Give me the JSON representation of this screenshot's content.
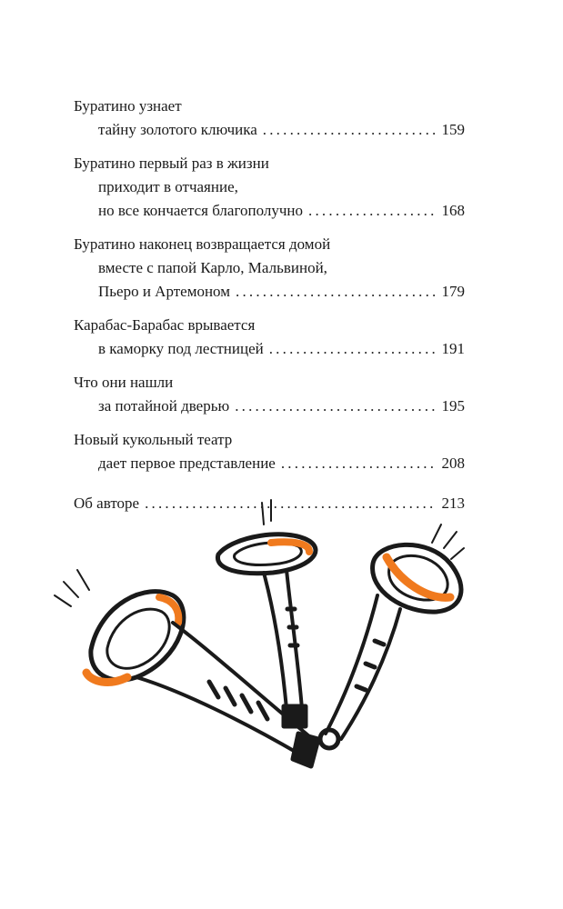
{
  "toc": {
    "entries": [
      {
        "lines": [
          "Буратино узнает"
        ],
        "last": "тайну золотого ключика",
        "page": "159"
      },
      {
        "lines": [
          "Буратино первый раз в жизни",
          "приходит в отчаяние,"
        ],
        "last": "но все кончается благополучно",
        "page": "168"
      },
      {
        "lines": [
          "Буратино наконец возвращается домой",
          "вместе с папой Карло, Мальвиной,"
        ],
        "last": "Пьеро и Артемоном",
        "page": "179"
      },
      {
        "lines": [
          "Карабас-Барабас врывается"
        ],
        "last": "в каморку под лестницей",
        "page": "191"
      },
      {
        "lines": [
          "Что они нашли"
        ],
        "last": "за потайной дверью",
        "page": "195"
      },
      {
        "lines": [
          "Новый кукольный театр"
        ],
        "last": "дает первое представление",
        "page": "208"
      }
    ],
    "author": {
      "last": "Об авторе",
      "page": "213"
    }
  },
  "illustration": {
    "icon": "trumpets-icon",
    "colors": {
      "ink": "#1a1a1a",
      "accent": "#f07a1e"
    }
  }
}
